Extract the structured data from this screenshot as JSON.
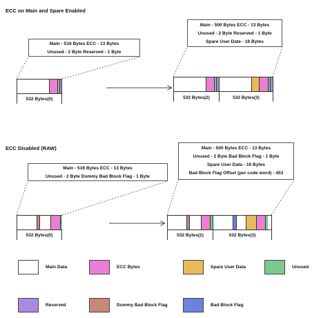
{
  "colors": {
    "main": "#ffffff",
    "ecc": "#ea7fd3",
    "spare": "#e6bb5a",
    "unused": "#7bc98e",
    "reserved": "#a98ae0",
    "dummy": "#c68978",
    "badflag": "#6c82df"
  },
  "section1": {
    "title": "ECC on Main and Spare Enabled",
    "callout_left": [
      "Main - 516 Bytes   ECC - 13 Bytes",
      "Unused - 2 Byte   Reserved - 1 Byte"
    ],
    "callout_right": [
      "Main - 500 Bytes   ECC - 13 Bytes",
      "Unused - 2 Byte   Reserved - 1 Byte",
      "Spare User Date - 16 Bytes"
    ],
    "bar_labels": [
      "532 Bytes(0)",
      "532 Bytes(2)",
      "532 Bytes(3)"
    ]
  },
  "section2": {
    "title": "ECC Disabled (RAW)",
    "callout_left": [
      "Main - 516 Bytes   ECC - 13 Bytes",
      "Unused - 2 Byte   Dummy Bad Block Flag - 1 Byte"
    ],
    "callout_right": [
      "Main - 500 Bytes   ECC - 13 Bytes",
      "Unused - 2 Byte   Bad Block Flag - 1 Byte",
      "Spare User Data - 16 Bytes",
      "Bad Block Flag Offset (per code word) - 453"
    ],
    "bar_labels": [
      "532 Bytes(0)",
      "532 Bytes(2)",
      "532 Bytes(3)"
    ]
  },
  "legend": {
    "main": "Main Data",
    "ecc": "ECC Bytes",
    "spare": "Spare User Data",
    "unused": "Unused",
    "reserved": "Reserved",
    "dummy": "Dummy Bad Block Flag",
    "badflag": "Bad Block Flag"
  }
}
